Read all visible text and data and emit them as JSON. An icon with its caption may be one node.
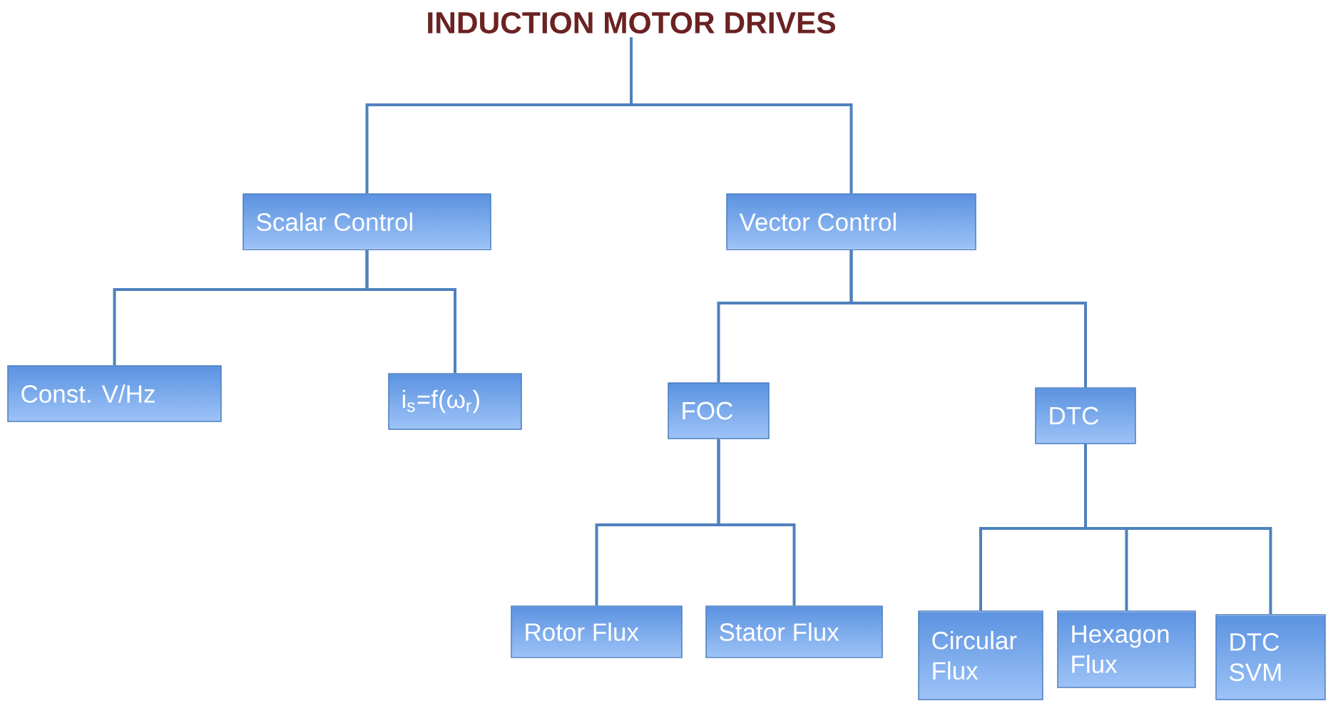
{
  "diagram": {
    "nodes": [
      {
        "text": [
          "INDUCTION MOTOR DRIVES"
        ]
      },
      {
        "text": [
          "Scalar Control"
        ]
      },
      {
        "text": [
          "Vector Control"
        ]
      },
      {
        "text": [
          "Const. V/Hz"
        ]
      },
      {
        "text": [
          "i$_{s}$=f(ω$_{r}$)"
        ]
      },
      {
        "text": [
          "FOC"
        ]
      },
      {
        "text": [
          "DTC"
        ]
      },
      {
        "text": [
          "Rotor Flux"
        ]
      },
      {
        "text": [
          "Stator Flux"
        ]
      },
      {
        "text": [
          "Circular Flux"
        ]
      },
      {
        "text": [
          "Hexagon Flux"
        ]
      },
      {
        "text": [
          "DTC SVM"
        ]
      }
    ],
    "edges": [
      {
        "from": 0,
        "to": 1,
        "arrow": "none"
      },
      {
        "from": 0,
        "to": 2,
        "arrow": "none"
      },
      {
        "from": 1,
        "to": 3,
        "arrow": "none"
      },
      {
        "from": 1,
        "to": 4,
        "arrow": "none"
      },
      {
        "from": 2,
        "to": 5,
        "arrow": "none"
      },
      {
        "from": 2,
        "to": 6,
        "arrow": "none"
      },
      {
        "from": 5,
        "to": 7,
        "arrow": "none"
      },
      {
        "from": 5,
        "to": 8,
        "arrow": "none"
      },
      {
        "from": 6,
        "to": 9,
        "arrow": "none"
      },
      {
        "from": 6,
        "to": 10,
        "arrow": "none"
      },
      {
        "from": 6,
        "to": 11,
        "arrow": "none"
      }
    ]
  }
}
